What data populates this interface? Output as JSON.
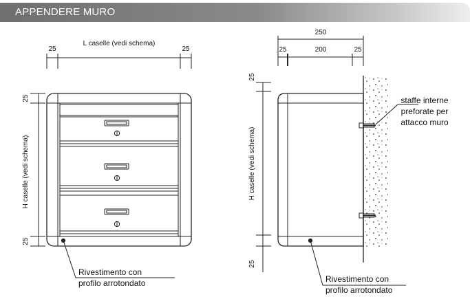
{
  "header": {
    "title": "APPENDERE MURO"
  },
  "front": {
    "width_label": "L caselle (vedi schema)",
    "margin_left": "25",
    "margin_right": "25",
    "margin_top": "25",
    "margin_bottom": "25",
    "height_label": "H caselle (vedi schema)",
    "callout": [
      "Rivestimento con",
      "profilo arrotondato"
    ]
  },
  "side": {
    "total_width": "250",
    "left_margin": "25",
    "depth": "200",
    "right_margin": "25",
    "top_margin": "25",
    "bottom_margin": "25",
    "height_label": "H caselle (vedi schema)",
    "bracket_callout": [
      "staffe interne",
      "preforate per",
      "attacco muro"
    ],
    "callout": [
      "Rivestimento con",
      "profilo arrotondato"
    ]
  },
  "colors": {
    "header_dark": "#7d7d7d",
    "header_light": "#e6e6e6",
    "stroke": "#222222"
  }
}
